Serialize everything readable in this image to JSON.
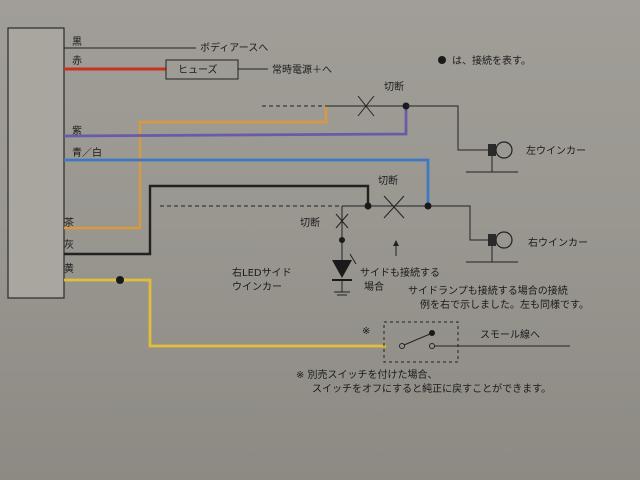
{
  "legend_text": "は、接続を表す。",
  "wire_labels": {
    "black": "黒",
    "red": "赤",
    "purple": "紫",
    "blue_white": "青／白",
    "brown": "茶",
    "gray": "灰",
    "yellow": "黄"
  },
  "body_earth": "ボディアースへ",
  "fuse": "ヒューズ",
  "constant_power": "常時電源＋へ",
  "cut_top": "切断",
  "cut_mid": "切断",
  "cut_left": "切断",
  "left_winker": "左ウインカー",
  "right_winker": "右ウインカー",
  "led_side_line1": "右LEDサイド",
  "led_side_line2": "ウインカー",
  "side_connect_line1": "サイドも接続する",
  "side_connect_line2": "場合",
  "note_right_line1": "サイドランプも接続する場合の接続",
  "note_right_line2": "例を右で示しました。左も同様です。",
  "asterisk_mark": "※",
  "small_lamp": "スモール線へ",
  "footnote_line1": "※ 別売スイッチを付けた場合、",
  "footnote_line2": "スイッチをオフにすると純正に戻すことができます。",
  "colors": {
    "paper": "#9c9993",
    "black_wire": "#222222",
    "red_wire": "#c8321e",
    "orange_wire": "#d99a3c",
    "purple_wire": "#6a5aa8",
    "blue_wire": "#3f78c2",
    "yellow_wire": "#e0be3a",
    "ink": "#1a1a1a"
  }
}
